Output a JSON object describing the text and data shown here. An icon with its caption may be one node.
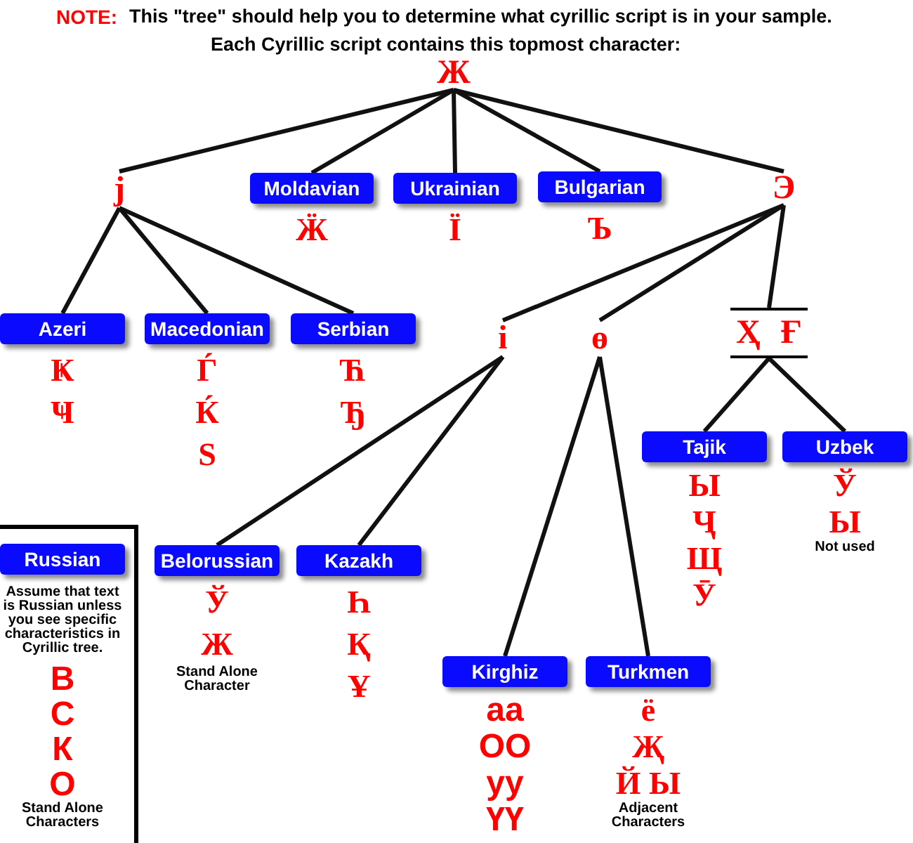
{
  "diagram": {
    "nodes": [
      {
        "text": [
          "Ж"
        ]
      },
      {
        "text": [
          "j"
        ]
      },
      {
        "text": [
          "Moldavian"
        ],
        "beside": [
          "Ӝ"
        ]
      },
      {
        "text": [
          "Ukrainian"
        ],
        "beside": [
          "Ї"
        ]
      },
      {
        "text": [
          "Bulgarian"
        ],
        "beside": [
          "Ъ"
        ]
      },
      {
        "text": [
          "Э"
        ]
      },
      {
        "text": [
          "Azeri"
        ],
        "beside": [
          "Ҝ",
          "Ҹ"
        ]
      },
      {
        "text": [
          "Macedonian"
        ],
        "beside": [
          "Ѓ",
          "Ќ",
          "Ѕ"
        ]
      },
      {
        "text": [
          "Serbian"
        ],
        "beside": [
          "Ћ",
          "Ђ"
        ]
      },
      {
        "text": [
          "і"
        ]
      },
      {
        "text": [
          "ө"
        ]
      },
      {
        "text": [
          "Ҳ",
          "Ғ"
        ]
      },
      {
        "text": [
          "Tajik"
        ],
        "beside": [
          "Ы",
          "Ҷ",
          "Щ",
          "Ӯ"
        ]
      },
      {
        "text": [
          "Uzbek"
        ],
        "beside": [
          "Ў",
          "Ы",
          "Not used"
        ]
      },
      {
        "text": [
          "Russian"
        ],
        "beside": [
          "Assume that text is Russian unless you see specific characteristics in Cyrillic tree.",
          "В",
          "С",
          "К",
          "О",
          "Stand Alone Characters"
        ]
      },
      {
        "text": [
          "Belorussian"
        ],
        "beside": [
          "Ў",
          "Ж",
          "Stand Alone Character"
        ]
      },
      {
        "text": [
          "Kazakh"
        ],
        "beside": [
          "Һ",
          "Қ",
          "Ұ"
        ]
      },
      {
        "text": [
          "Kirghiz"
        ],
        "beside": [
          "аа",
          "ОО",
          "уу",
          "ҮҮ"
        ]
      },
      {
        "text": [
          "Turkmen"
        ],
        "beside": [
          "ё",
          "Җ",
          "Й Ы",
          "Adjacent Characters"
        ]
      }
    ],
    "edges": [
      {
        "from": 0,
        "to": 1,
        "arrow": "none"
      },
      {
        "from": 0,
        "to": 2,
        "arrow": "none"
      },
      {
        "from": 0,
        "to": 3,
        "arrow": "none"
      },
      {
        "from": 0,
        "to": 4,
        "arrow": "none"
      },
      {
        "from": 0,
        "to": 5,
        "arrow": "none"
      },
      {
        "from": 1,
        "to": 6,
        "arrow": "none"
      },
      {
        "from": 1,
        "to": 7,
        "arrow": "none"
      },
      {
        "from": 1,
        "to": 8,
        "arrow": "none"
      },
      {
        "from": 5,
        "to": 9,
        "arrow": "none"
      },
      {
        "from": 5,
        "to": 10,
        "arrow": "none"
      },
      {
        "from": 5,
        "to": 11,
        "arrow": "none"
      },
      {
        "from": 9,
        "to": 15,
        "arrow": "none"
      },
      {
        "from": 9,
        "to": 16,
        "arrow": "none"
      },
      {
        "from": 10,
        "to": 17,
        "arrow": "none"
      },
      {
        "from": 10,
        "to": 18,
        "arrow": "none"
      },
      {
        "from": 11,
        "to": 12,
        "arrow": "none"
      },
      {
        "from": 11,
        "to": 13,
        "arrow": "none"
      }
    ],
    "labels": [
      "NOTE:",
      "This \"tree\" should help you to determine what cyrillic script is in your sample.",
      "Each Cyrillic script contains this topmost character:"
    ]
  }
}
